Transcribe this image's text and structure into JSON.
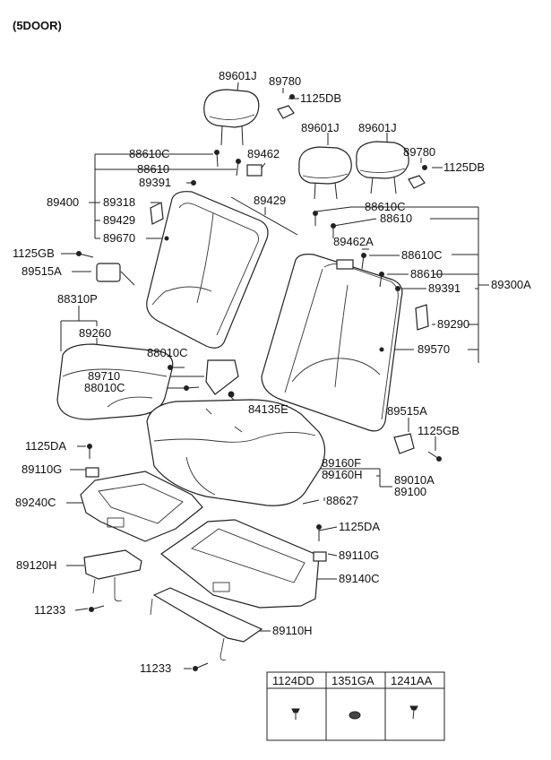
{
  "title": "(5DOOR)",
  "labels": {
    "l_89601j_a": "89601J",
    "l_89780_a": "89780",
    "l_1125db_a": "1125DB",
    "l_88610c_a": "88610C",
    "l_89462": "89462",
    "l_88610_a": "88610",
    "l_89391_a": "89391",
    "l_89601j_b": "89601J",
    "l_89601j_c": "89601J",
    "l_89780_b": "89780",
    "l_1125db_b": "1125DB",
    "l_89400": "89400",
    "l_89318": "89318",
    "l_89429_a": "89429",
    "l_89429_b": "89429",
    "l_89670": "89670",
    "l_88610c_b": "88610C",
    "l_88610_b": "88610",
    "l_89462a": "89462A",
    "l_88610c_c": "88610C",
    "l_88610_c": "88610",
    "l_89391_b": "89391",
    "l_89300a": "89300A",
    "l_1125gb_a": "1125GB",
    "l_89515a_a": "89515A",
    "l_88310p": "88310P",
    "l_89260": "89260",
    "l_89290": "89290",
    "l_88010c_a": "88010C",
    "l_89570": "89570",
    "l_89710": "89710",
    "l_88010c_b": "88010C",
    "l_84135e": "84135E",
    "l_89515a_b": "89515A",
    "l_1125gb_b": "1125GB",
    "l_1125da_a": "1125DA",
    "l_89110g_a": "89110G",
    "l_89160f": "89160F",
    "l_89160h": "89160H",
    "l_89010a": "89010A",
    "l_89100": "89100",
    "l_89240c": "89240C",
    "l_88627": "88627",
    "l_1125da_b": "1125DA",
    "l_89110g_b": "89110G",
    "l_89120h": "89120H",
    "l_89140c": "89140C",
    "l_11233_a": "11233",
    "l_89110h": "89110H",
    "l_11233_b": "11233"
  },
  "fastener_table": {
    "headers": [
      "1124DD",
      "1351GA",
      "1241AA"
    ]
  }
}
